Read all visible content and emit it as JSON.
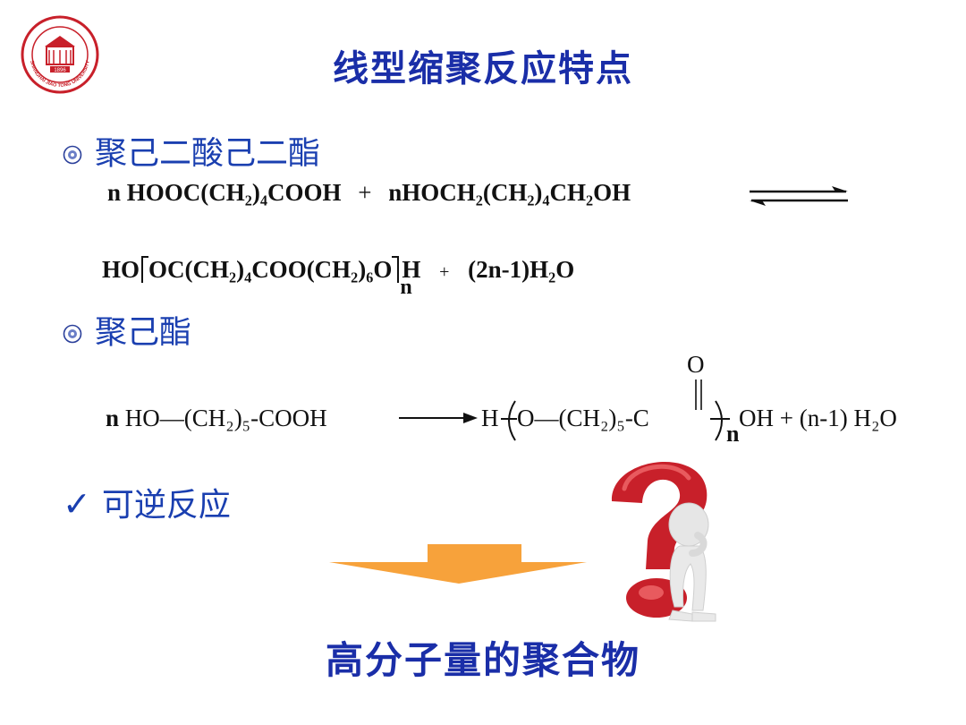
{
  "slide": {
    "title": "线型缩聚反应特点",
    "logo": {
      "icon": "university-seal-icon",
      "ring_text": "SHANGHAI JIAO TONG UNIVERSITY",
      "year": "1896",
      "color": "#c8202a"
    },
    "bullet1": "聚己二酸己二酯",
    "eq1": {
      "n1": "n",
      "reactant1": "HOOC(CH₂)₄COOH",
      "plus": "+",
      "n2": "n",
      "reactant2": "HOCH₂(CH₂)₄CH₂OH",
      "product_pre": "HO",
      "product_mid": "OC(CH₂)₄COO(CH₂)₆O",
      "product_end": "H",
      "product_n": "n",
      "plus2": "+",
      "byproduct": "(2n-1)H₂O"
    },
    "bullet2": "聚己酯",
    "eq2": {
      "n": "n",
      "reactant": "HO—(CH₂)₅-COOH",
      "h": "H",
      "chain": "O—(CH₂)₅-C",
      "o_top": "O",
      "sub_n": "n",
      "oh": "OH",
      "plus": "+",
      "byproduct": "(n-1) H₂O"
    },
    "check_item": "可逆反应",
    "result": "高分子量的聚合物",
    "colors": {
      "title": "#1a2ea8",
      "bullet": "#1a3fb0",
      "arrow": "#f7a23b",
      "question": "#c8202a"
    }
  }
}
